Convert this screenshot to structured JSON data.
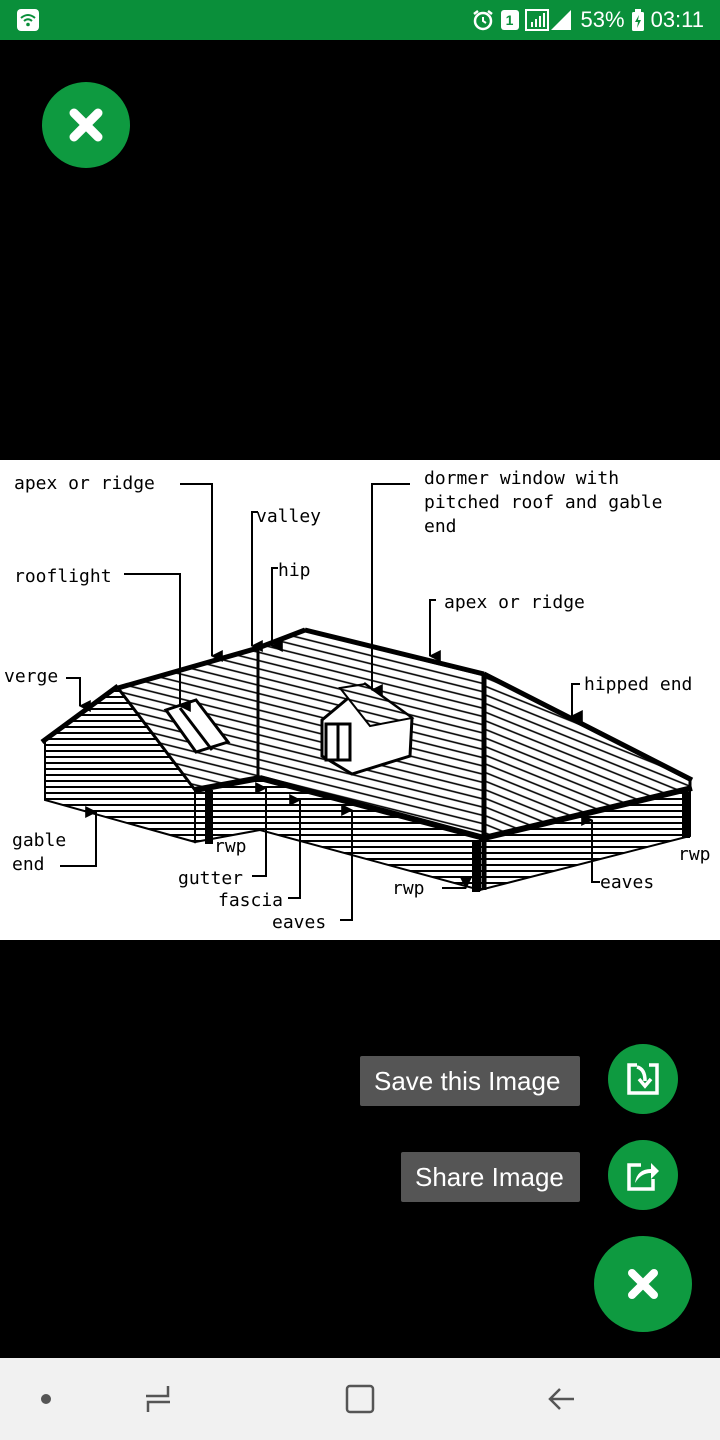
{
  "status_bar": {
    "battery_percent": "53%",
    "time": "03:11",
    "sim_badge": "1",
    "icons": [
      "wifi-icon",
      "alarm-icon",
      "sim-badge-icon",
      "signal-icon",
      "battery-icon"
    ],
    "background_color": "#0a8f3a"
  },
  "diagram": {
    "labels": {
      "apex_ridge_left": "apex or ridge",
      "valley": "valley",
      "dormer_line1": "dormer window with",
      "dormer_line2": "pitched roof and gable",
      "dormer_line3": "end",
      "rooflight": "rooflight",
      "hip": "hip",
      "apex_ridge_right": "apex or ridge",
      "verge": "verge",
      "hipped_end": "hipped end",
      "gable_end_line1": "gable",
      "gable_end_line2": "end",
      "rwp_left": "rwp",
      "gutter": "gutter",
      "fascia": "fascia",
      "eaves_bottom": "eaves",
      "rwp_middle": "rwp",
      "eaves_right": "eaves",
      "rwp_right": "rwp"
    }
  },
  "actions": {
    "save_label": "Save this Image",
    "share_label": "Share Image"
  },
  "colors": {
    "accent": "#0e9a40",
    "label_bg": "#555555",
    "nav_bg": "#f1f1f1"
  }
}
